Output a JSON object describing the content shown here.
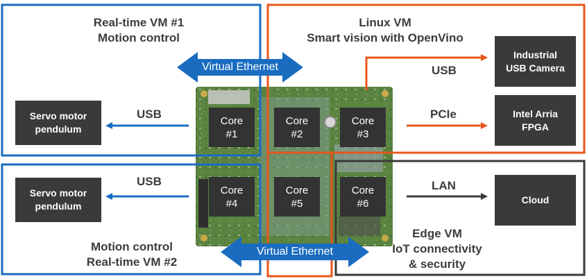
{
  "vms": {
    "rt1": {
      "title": "Real-time VM #1",
      "subtitle": "Motion control"
    },
    "linux": {
      "title": "Linux VM",
      "subtitle": "Smart vision with OpenVino"
    },
    "rt2": {
      "title": "Motion control",
      "subtitle": "Real-time VM #2"
    },
    "edge": {
      "title": "Edge VM",
      "subtitle": "IoT connectivity",
      "subtitle2": "& security"
    }
  },
  "virtual_ethernet": {
    "top": "Virtual Ethernet",
    "bottom": "Virtual Ethernet"
  },
  "cores": [
    {
      "label": "Core",
      "num": "#1"
    },
    {
      "label": "Core",
      "num": "#2"
    },
    {
      "label": "Core",
      "num": "#3"
    },
    {
      "label": "Core",
      "num": "#4"
    },
    {
      "label": "Core",
      "num": "#5"
    },
    {
      "label": "Core",
      "num": "#6"
    }
  ],
  "devices": {
    "servo1": {
      "line1": "Servo motor",
      "line2": "pendulum"
    },
    "servo2": {
      "line1": "Servo motor",
      "line2": "pendulum"
    },
    "camera": {
      "line1": "Industrial",
      "line2": "USB Camera"
    },
    "fpga": {
      "line1": "Intel Arria",
      "line2": "FPGA"
    },
    "cloud": {
      "line1": "Cloud"
    }
  },
  "links": {
    "usb_servo1": "USB",
    "usb_servo2": "USB",
    "usb_camera": "USB",
    "pcie": "PCIe",
    "lan": "LAN"
  },
  "colors": {
    "blue": "#1a6cc0",
    "orange": "#e8561c",
    "dark_border": "#3a3a3a",
    "board_green": "#4f7a3a"
  }
}
